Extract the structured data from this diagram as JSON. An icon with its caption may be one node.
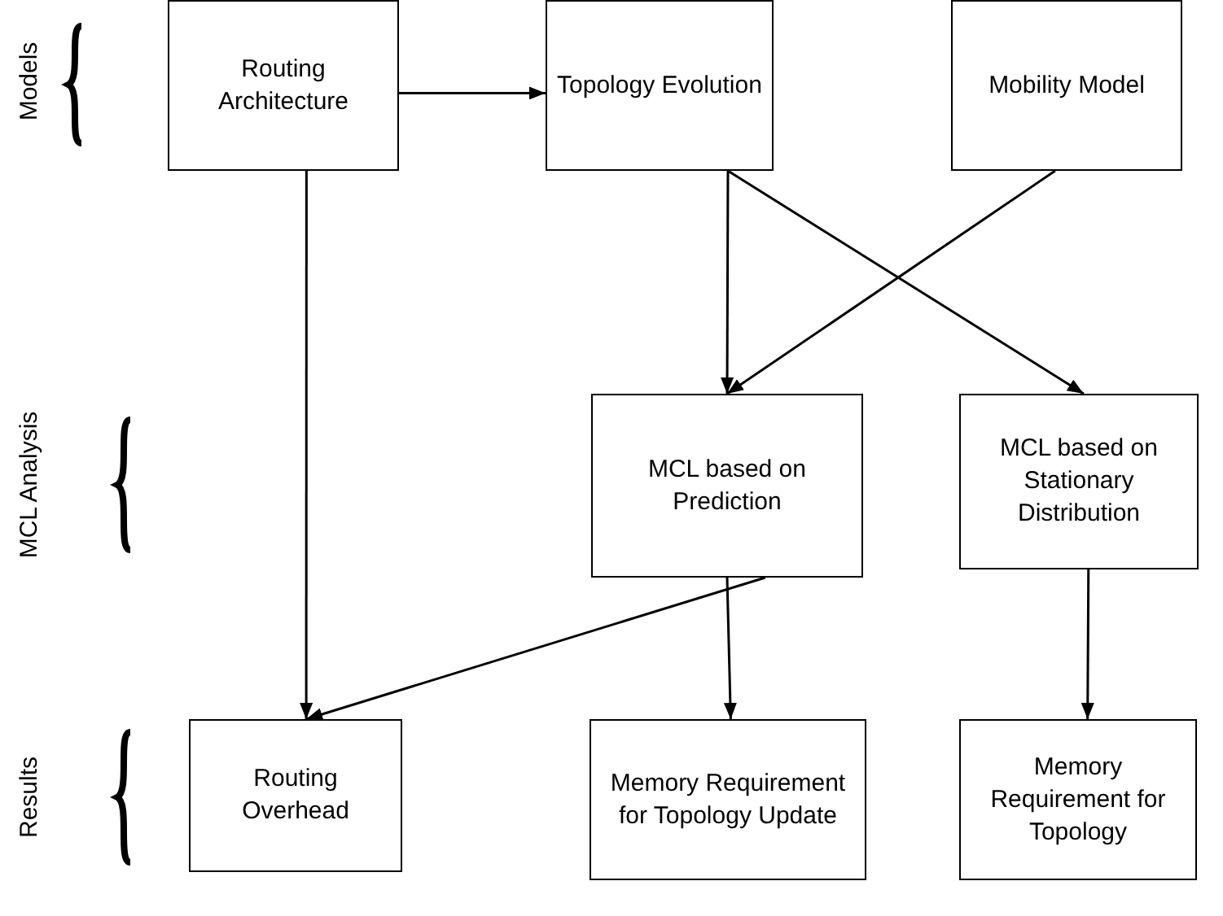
{
  "diagram": {
    "nodes": [
      {
        "text": [
          "Routing Architecture"
        ]
      },
      {
        "text": [
          "Topology Evolution"
        ]
      },
      {
        "text": [
          "Mobility Model"
        ]
      },
      {
        "text": [
          "MCL based on Prediction"
        ]
      },
      {
        "text": [
          "MCL based on Stationary Distribution"
        ]
      },
      {
        "text": [
          "Routing Overhead"
        ]
      },
      {
        "text": [
          "Memory Requirement for Topology Update"
        ]
      },
      {
        "text": [
          "Memory Requirement for Topology"
        ]
      }
    ],
    "edges": [
      {
        "from": 0,
        "to": 1,
        "arrow": "to"
      },
      {
        "from": 0,
        "to": 5,
        "arrow": "to"
      },
      {
        "from": 1,
        "to": 3,
        "arrow": "to"
      },
      {
        "from": 2,
        "to": 3,
        "arrow": "to"
      },
      {
        "from": 1,
        "to": 4,
        "arrow": "to"
      },
      {
        "from": 3,
        "to": 5,
        "arrow": "to"
      },
      {
        "from": 3,
        "to": 6,
        "arrow": "to"
      },
      {
        "from": 4,
        "to": 7,
        "arrow": "to"
      }
    ],
    "labels": [
      "Models",
      "MCL Analysis",
      "Results"
    ]
  }
}
